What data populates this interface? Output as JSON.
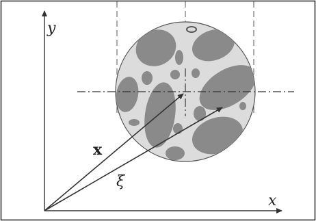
{
  "diagram": {
    "axis_labels": {
      "y": "y",
      "x": "x"
    },
    "vector_labels": {
      "position": "x",
      "local": "ξ"
    },
    "colors": {
      "disk_fill": "#dcdcdc",
      "inclusion_fill": "#8a8a8a",
      "line": "#333333"
    }
  }
}
